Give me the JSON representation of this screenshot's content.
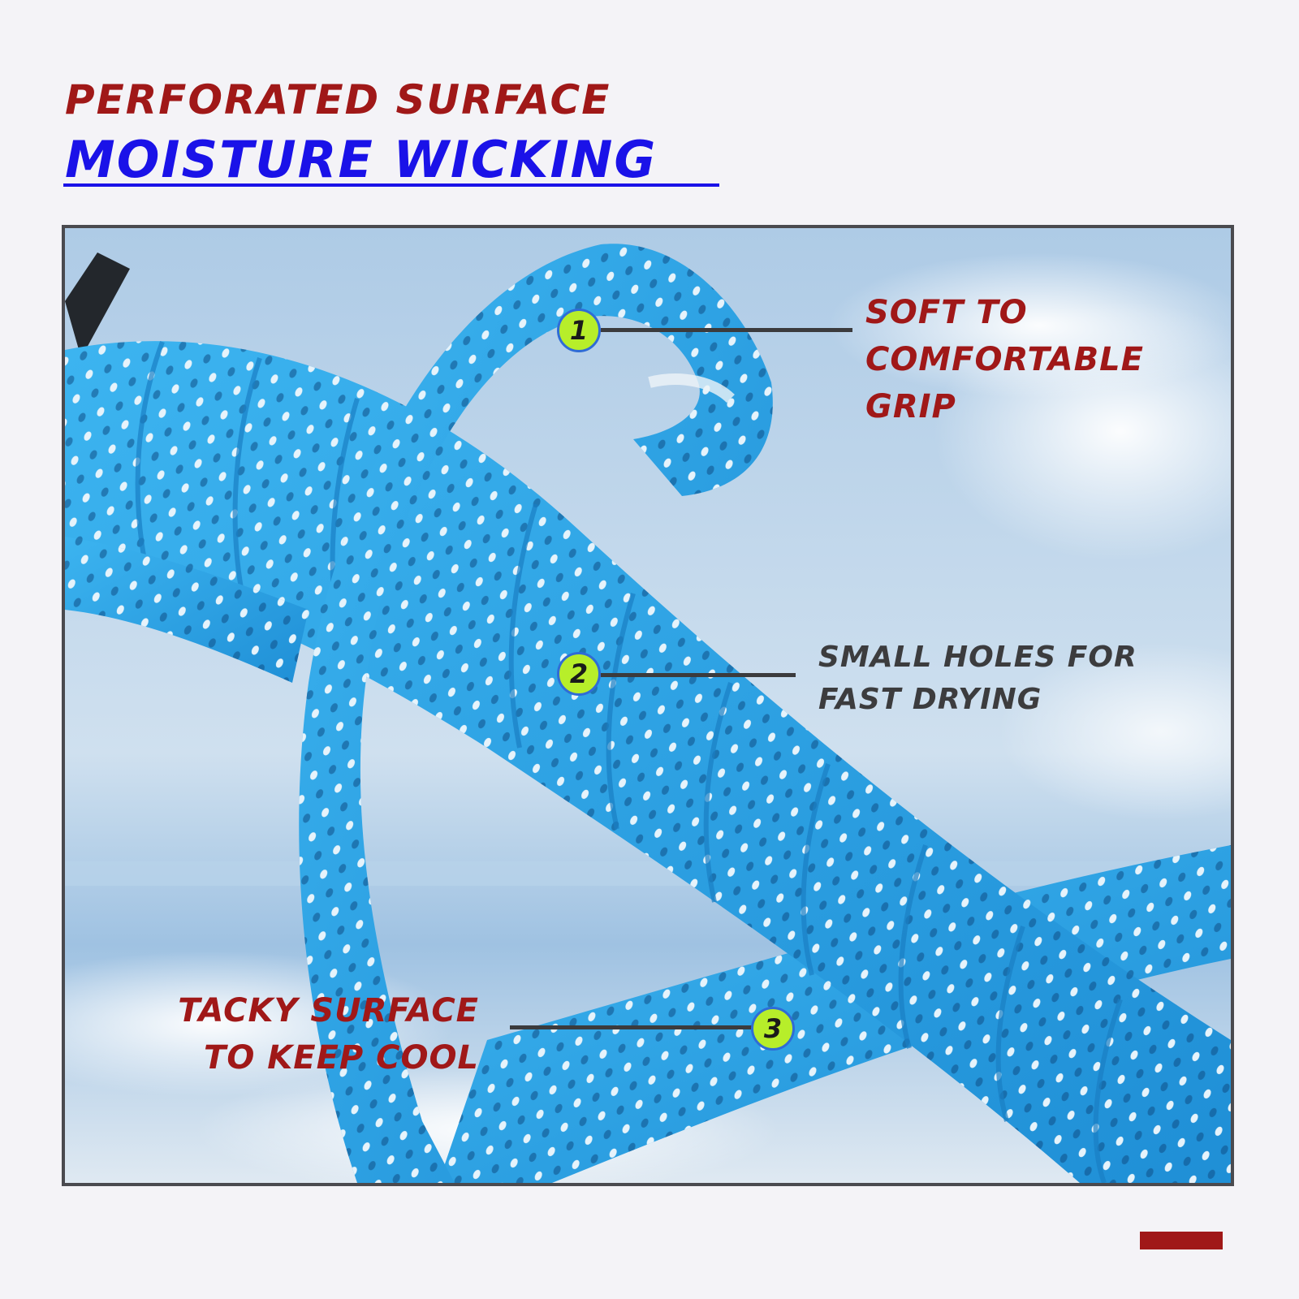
{
  "headline": {
    "line1": "PERFORATED SURFACE",
    "line2": "MOISTURE WICKING"
  },
  "callouts": [
    {
      "number": "1",
      "lines": [
        "SOFT TO",
        "COMFORTABLE",
        "GRIP"
      ]
    },
    {
      "number": "2",
      "lines": [
        "SMALL HOLES FOR",
        "FAST DRYING"
      ]
    },
    {
      "number": "3",
      "lines": [
        "TACKY SURFACE",
        "TO KEEP COOL"
      ]
    }
  ],
  "colors": {
    "background": "#f4f3f7",
    "headline_red": "#a01818",
    "headline_blue": "#1a12e8",
    "callout_gray": "#3c3c3e",
    "tape_blue": "#2aa3e6",
    "marker_green": "#b7ee2a",
    "frame_border": "#4a4a4f"
  }
}
